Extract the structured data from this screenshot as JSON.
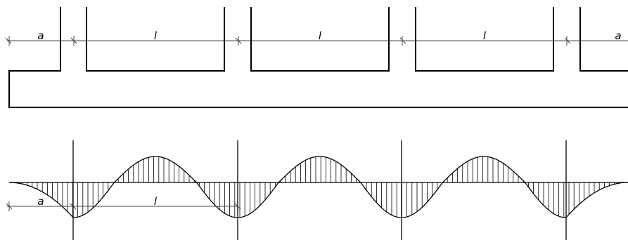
{
  "dimension_labels": {
    "top": [
      "a",
      "l",
      "l",
      "l",
      "a"
    ],
    "bottom": [
      "a",
      "l"
    ]
  },
  "colors": {
    "line": "#000000",
    "dimension": "#444444",
    "background": "#ffffff"
  }
}
